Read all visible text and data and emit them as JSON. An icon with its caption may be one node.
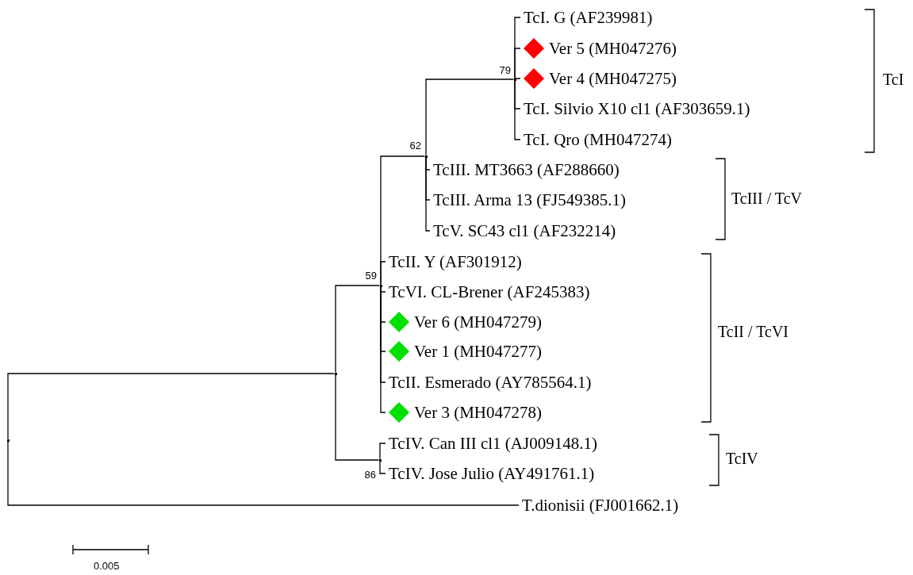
{
  "diagram": {
    "nodes": [
      {
        "text": [
          "TcI. G (AF239981)"
        ]
      },
      {
        "text": [
          "Ver 5 (MH047276)"
        ]
      },
      {
        "text": [
          "Ver 4 (MH047275)"
        ]
      },
      {
        "text": [
          "TcI. Silvio X10 cl1 (AF303659.1)"
        ]
      },
      {
        "text": [
          "TcI. Qro (MH047274)"
        ]
      },
      {
        "text": [
          "TcIII. MT3663 (AF288660)"
        ]
      },
      {
        "text": [
          "TcIII. Arma 13 (FJ549385.1)"
        ]
      },
      {
        "text": [
          "TcV. SC43 cl1 (AF232214)"
        ]
      },
      {
        "text": [
          "TcII. Y (AF301912)"
        ]
      },
      {
        "text": [
          "TcVI. CL-Brener (AF245383)"
        ]
      },
      {
        "text": [
          "Ver 6 (MH047279)"
        ]
      },
      {
        "text": [
          "Ver 1 (MH047277)"
        ]
      },
      {
        "text": [
          "TcII. Esmerado (AY785564.1)"
        ]
      },
      {
        "text": [
          "Ver 3 (MH047278)"
        ]
      },
      {
        "text": [
          "TcIV. Can III cl1 (AJ009148.1)"
        ]
      },
      {
        "text": [
          "TcIV. Jose Julio (AY491761.1)"
        ]
      },
      {
        "text": [
          "T.dionisii (FJ001662.1)"
        ]
      },
      {
        "text": [],
        "shape": "point"
      },
      {
        "text": [],
        "shape": "point"
      },
      {
        "text": [],
        "shape": "point",
        "beside": [
          "59"
        ]
      },
      {
        "text": [],
        "shape": "point",
        "beside": [
          "62"
        ]
      },
      {
        "text": [],
        "shape": "point",
        "beside": [
          "79"
        ]
      },
      {
        "text": [],
        "shape": "point",
        "beside": [
          "86"
        ]
      }
    ],
    "edges": [
      {
        "from": 17,
        "to": 18,
        "arrow": "none"
      },
      {
        "from": 17,
        "to": 16,
        "arrow": "none"
      },
      {
        "from": 18,
        "to": 19,
        "arrow": "none"
      },
      {
        "from": 18,
        "to": 22,
        "arrow": "none"
      },
      {
        "from": 19,
        "to": 20,
        "arrow": "none"
      },
      {
        "from": 19,
        "to": 8,
        "arrow": "none"
      },
      {
        "from": 19,
        "to": 9,
        "arrow": "none"
      },
      {
        "from": 19,
        "to": 10,
        "arrow": "none"
      },
      {
        "from": 19,
        "to": 11,
        "arrow": "none"
      },
      {
        "from": 19,
        "to": 12,
        "arrow": "none"
      },
      {
        "from": 19,
        "to": 13,
        "arrow": "none"
      },
      {
        "from": 20,
        "to": 21,
        "arrow": "none"
      },
      {
        "from": 20,
        "to": 5,
        "arrow": "none"
      },
      {
        "from": 20,
        "to": 6,
        "arrow": "none"
      },
      {
        "from": 20,
        "to": 7,
        "arrow": "none"
      },
      {
        "from": 21,
        "to": 0,
        "arrow": "none"
      },
      {
        "from": 21,
        "to": 1,
        "arrow": "none"
      },
      {
        "from": 21,
        "to": 2,
        "arrow": "none"
      },
      {
        "from": 21,
        "to": 3,
        "arrow": "none"
      },
      {
        "from": 21,
        "to": 4,
        "arrow": "none"
      },
      {
        "from": 22,
        "to": 14,
        "arrow": "none"
      },
      {
        "from": 22,
        "to": 15,
        "arrow": "none"
      }
    ],
    "labels": [
      "TcI",
      "TcIII / TcV",
      "TcII / TcVI",
      "TcIV",
      "0.005"
    ]
  }
}
